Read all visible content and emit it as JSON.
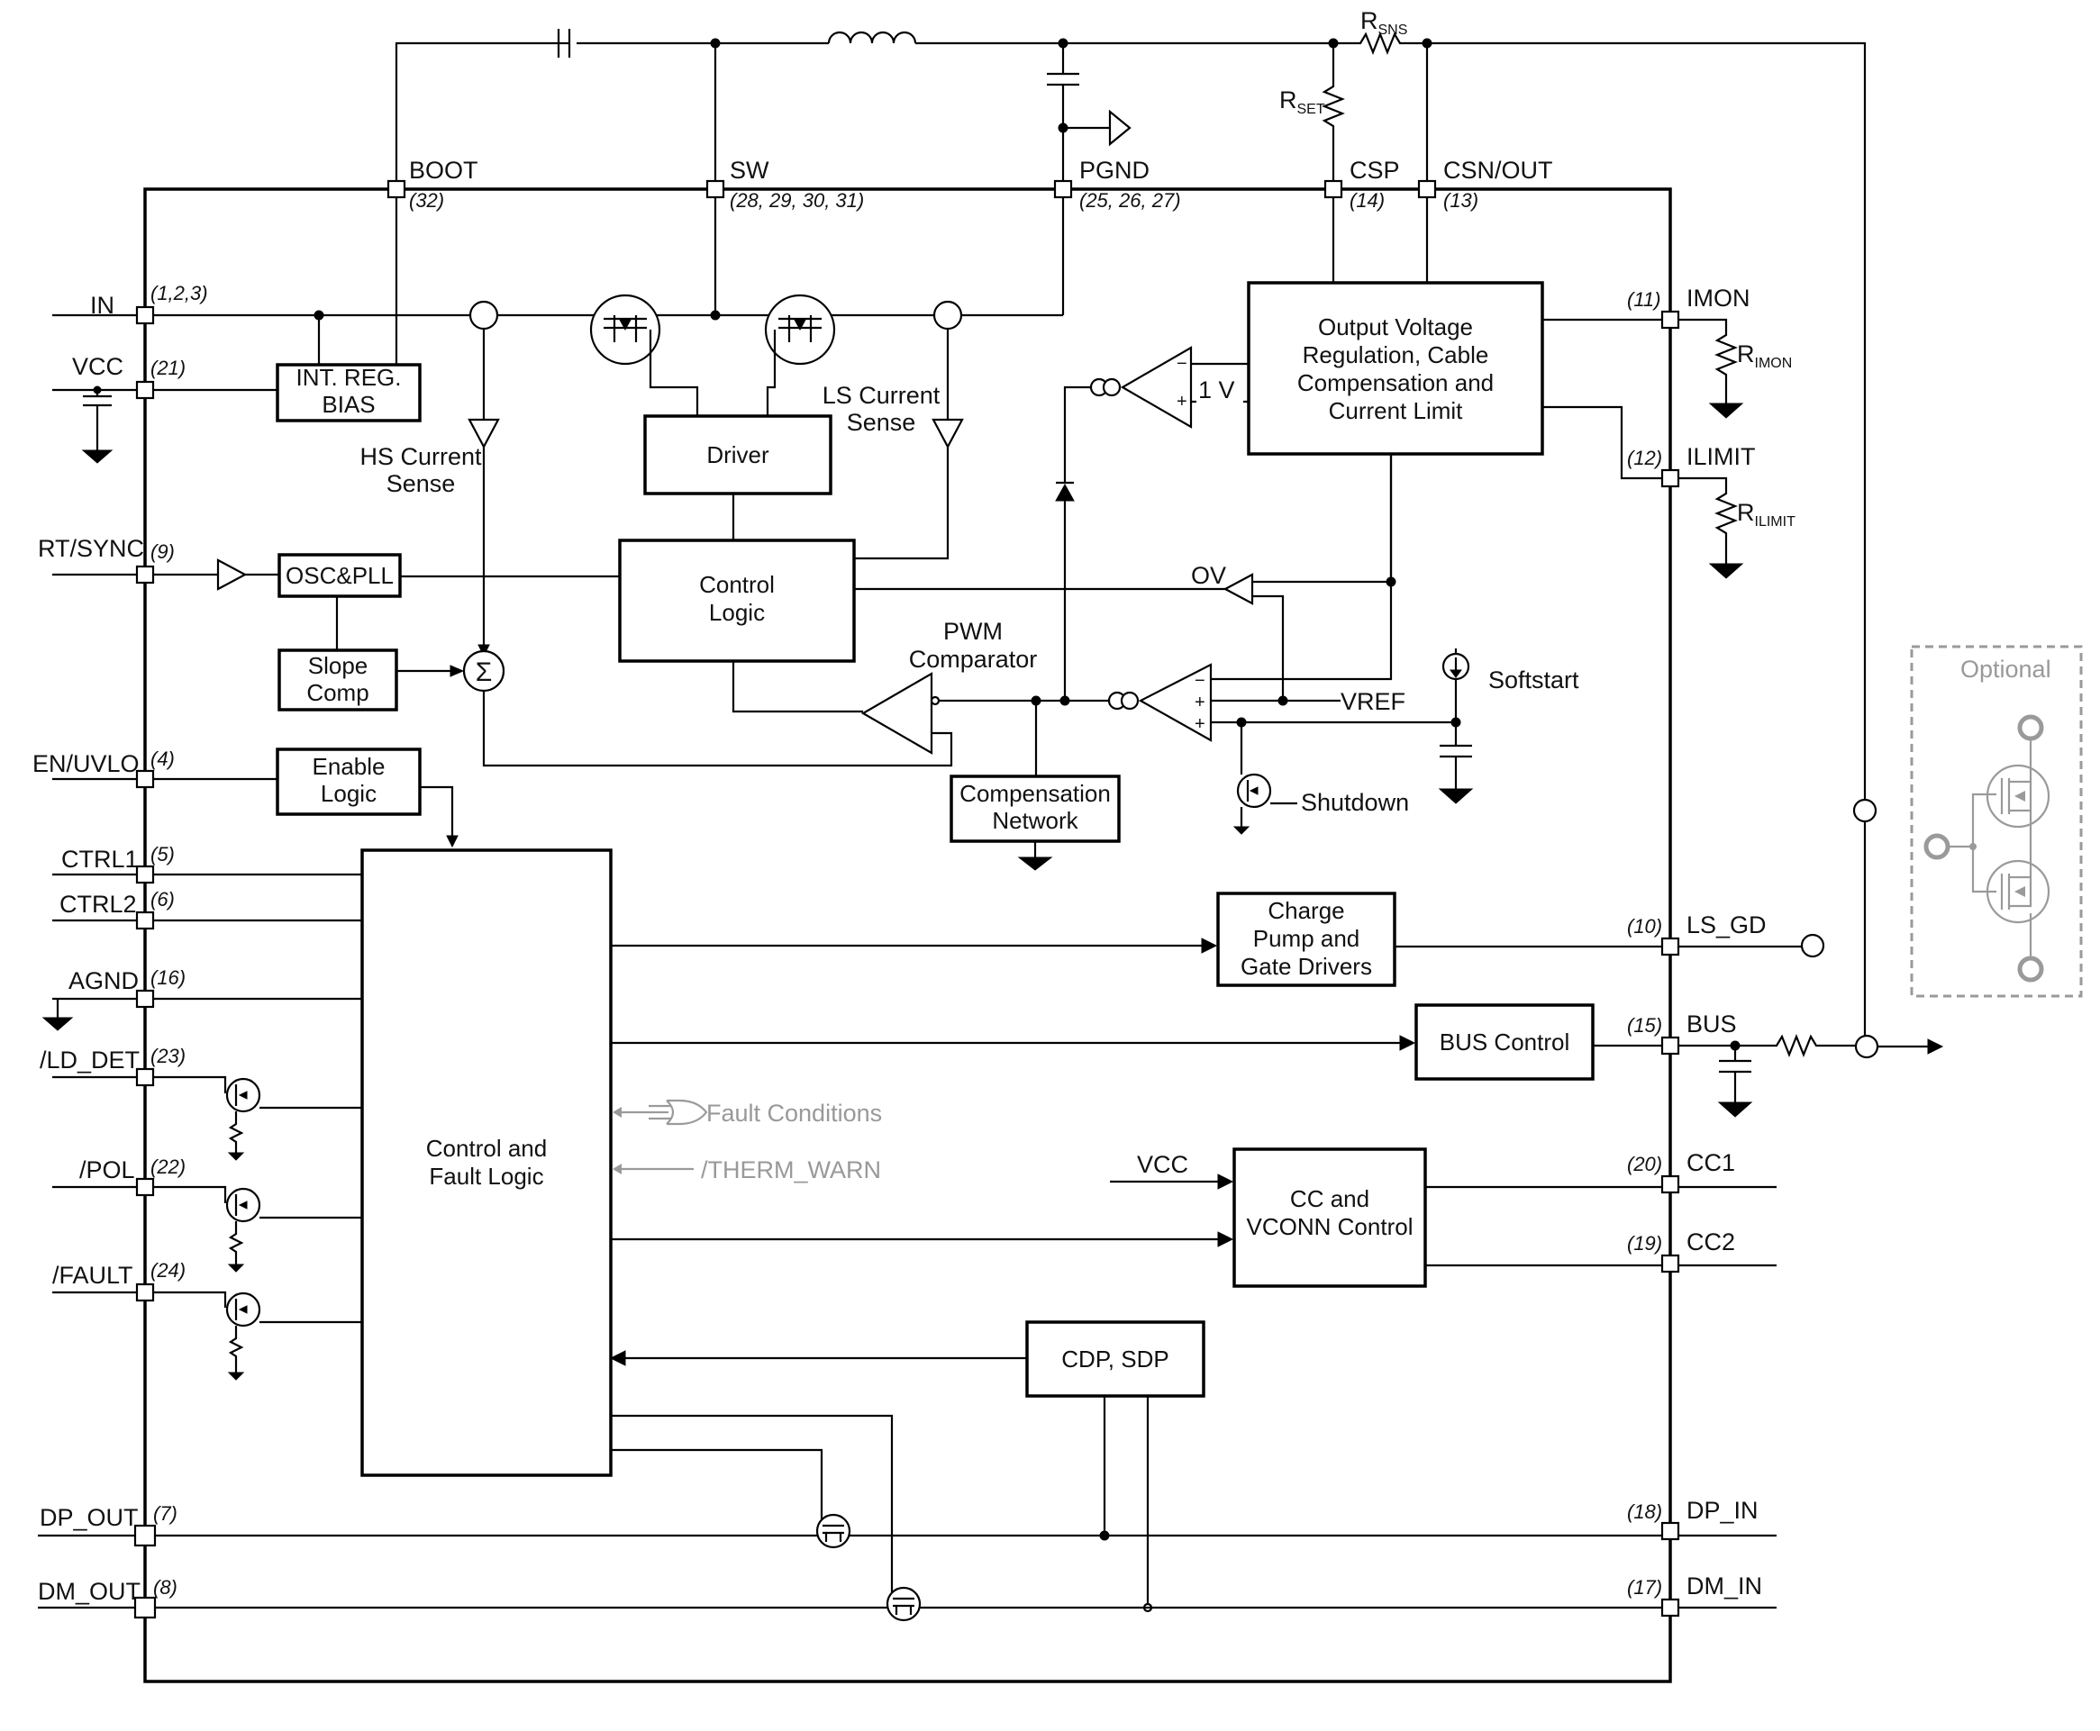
{
  "pins": [
    {
      "name": "BOOT",
      "num": "(32)"
    },
    {
      "name": "SW",
      "num": "(28, 29, 30, 31)"
    },
    {
      "name": "PGND",
      "num": "(25, 26, 27)"
    },
    {
      "name": "CSP",
      "num": "(14)"
    },
    {
      "name": "CSN/OUT",
      "num": "(13)"
    },
    {
      "name": "IN",
      "num": "(1,2,3)"
    },
    {
      "name": "VCC",
      "num": "(21)"
    },
    {
      "name": "RT/SYNC",
      "num": "(9)"
    },
    {
      "name": "EN/UVLO",
      "num": "(4)"
    },
    {
      "name": "CTRL1",
      "num": "(5)"
    },
    {
      "name": "CTRL2",
      "num": "(6)"
    },
    {
      "name": "AGND",
      "num": "(16)"
    },
    {
      "name": "/LD_DET",
      "num": "(23)"
    },
    {
      "name": "/POL",
      "num": "(22)"
    },
    {
      "name": "/FAULT",
      "num": "(24)"
    },
    {
      "name": "DP_OUT",
      "num": "(7)"
    },
    {
      "name": "DM_OUT",
      "num": "(8)"
    },
    {
      "name": "IMON",
      "num": "(11)"
    },
    {
      "name": "ILIMIT",
      "num": "(12)"
    },
    {
      "name": "LS_GD",
      "num": "(10)"
    },
    {
      "name": "BUS",
      "num": "(15)"
    },
    {
      "name": "CC1",
      "num": "(20)"
    },
    {
      "name": "CC2",
      "num": "(19)"
    },
    {
      "name": "DP_IN",
      "num": "(18)"
    },
    {
      "name": "DM_IN",
      "num": "(17)"
    }
  ],
  "blocks": {
    "int_reg": [
      "INT. REG.",
      "BIAS"
    ],
    "driver": [
      "Driver"
    ],
    "osc_pll": [
      "OSC&PLL"
    ],
    "slope_comp": [
      "Slope",
      "Comp"
    ],
    "control_logic": [
      "Control",
      "Logic"
    ],
    "enable_logic": [
      "Enable",
      "Logic"
    ],
    "output_reg": [
      "Output Voltage",
      "Regulation, Cable",
      "Compensation and",
      "Current Limit"
    ],
    "comp_network": [
      "Compensation",
      "Network"
    ],
    "control_fault": [
      "Control and",
      "Fault Logic"
    ],
    "charge_pump": [
      "Charge",
      "Pump and",
      "Gate Drivers"
    ],
    "bus_control": [
      "BUS Control"
    ],
    "cc_vconn": [
      "CC and",
      "VCONN Control"
    ],
    "cdp_sdp": [
      "CDP, SDP"
    ]
  },
  "labels": {
    "hs_sense": [
      "HS Current",
      "Sense"
    ],
    "ls_sense": [
      "LS Current",
      "Sense"
    ],
    "pwm": [
      "PWM",
      "Comparator"
    ],
    "one_v": "1 V",
    "ov": "OV",
    "vref": "VREF",
    "softstart": "Softstart",
    "shutdown": "Shutdown",
    "optional": "Optional",
    "fault_conditions": "Fault Conditions",
    "therm_warn": "/THERM_WARN",
    "vcc_in": "VCC",
    "sigma": "Σ",
    "rsns_main": "R",
    "rsns_sub": "SNS",
    "rset_main": "R",
    "rset_sub": "SET",
    "rimon_main": "R",
    "rimon_sub": "IMON",
    "rilimit_main": "R",
    "rilimit_sub": "ILIMIT"
  }
}
